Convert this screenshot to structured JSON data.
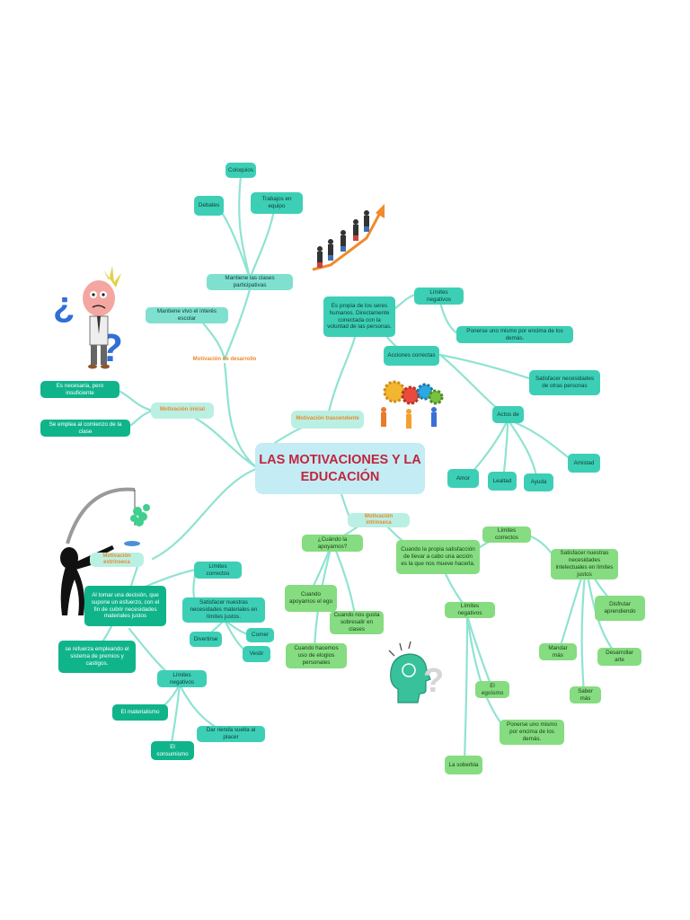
{
  "title": "LAS MOTIVACIONES Y LA EDUCACIÓN",
  "colors": {
    "teal": "#3dcfb6",
    "green": "#86dc80",
    "dark_green": "#10b48a",
    "title": "#c0263d",
    "category": "#e98a2d",
    "center_bg": "#c3ecf4"
  },
  "desarrollo": {
    "label": "Motivación de desarrollo",
    "mantiene_vivo": "Mantiene vivo el interés escolar",
    "participativas": "Mantiene las clases participativas",
    "coloquios": "Coloquios",
    "debates": "Debates",
    "trabajos": "Trabajos en equipo"
  },
  "inicial": {
    "label": "Motivación inicial",
    "necesaria": "Es necesaria, pero insuficiente",
    "comienzo": "Se emplea al comienzo de la clase"
  },
  "extrinseca": {
    "label": "Motivación extrínseca",
    "decision": "Al tomar una decisión, que supone un esfuerzo, con el fin de cubrir necesidades materiales justos",
    "refuerza": "se refuerza empleando el sistema de premios y castigos.",
    "limites_correctos": "Límites correctos",
    "satisfacer": "Satisfacer nuestras necesidades materiales en límites justos.",
    "divertirse": "Divertirse",
    "comer": "Comer",
    "vestir": "Vestir",
    "limites_negativos": "Límites negativos",
    "materialismo": "El materialismo",
    "consumismo": "El consumismo",
    "rienda": "Dar rienda suelta al placer"
  },
  "trascendente": {
    "label": "Motivación trascendente",
    "propia": "Es propia de los seres humanos. Directamente conectada con la voluntad de las personas.",
    "limites_negativos": "Límites negativos",
    "ponerse": "Ponerse uno mismo por encima de los demás.",
    "acciones": "Acciones correctas",
    "satisfacer_otras": "Satisfacer necesidades de otras personas",
    "actos": "Actos de",
    "amor": "Amor",
    "lealtad": "Lealtad",
    "ayuda": "Ayuda",
    "amistad": "Amistad"
  },
  "intrinseca": {
    "label": "Motivación intrínseca",
    "cuando": "¿Cuándo la apoyamos?",
    "ego": "Cuando apoyamos el ego",
    "sobresalir": "Cuando nos gusta sobresalir en clases",
    "elogios": "Cuando hacemos uso de elogios personales",
    "propia_satisfaccion": "Cuando la propia satisfacción de llevar a cabo una acción es la que nos mueve hacerla.",
    "limites_correctos": "Límites correctos",
    "intelectuales": "Satisfacer nuestras necesidades intelectuales en límites justos",
    "disfrutar": "Disfrutar aprendiendo",
    "mandar": "Mandar más",
    "arte": "Desarrollar arte",
    "saber": "Saber más",
    "limites_negativos": "Límites negativos",
    "egoismo": "El egoísmo",
    "ponerse": "Ponerse uno mismo por encima de los demás.",
    "soberbia": "La soberbia"
  },
  "icons": [
    "confused-man-question-icon",
    "teamwork-climbing-arrow-icon",
    "gears-people-icon",
    "stick-figure-reaching-icon",
    "head-question-icon"
  ]
}
